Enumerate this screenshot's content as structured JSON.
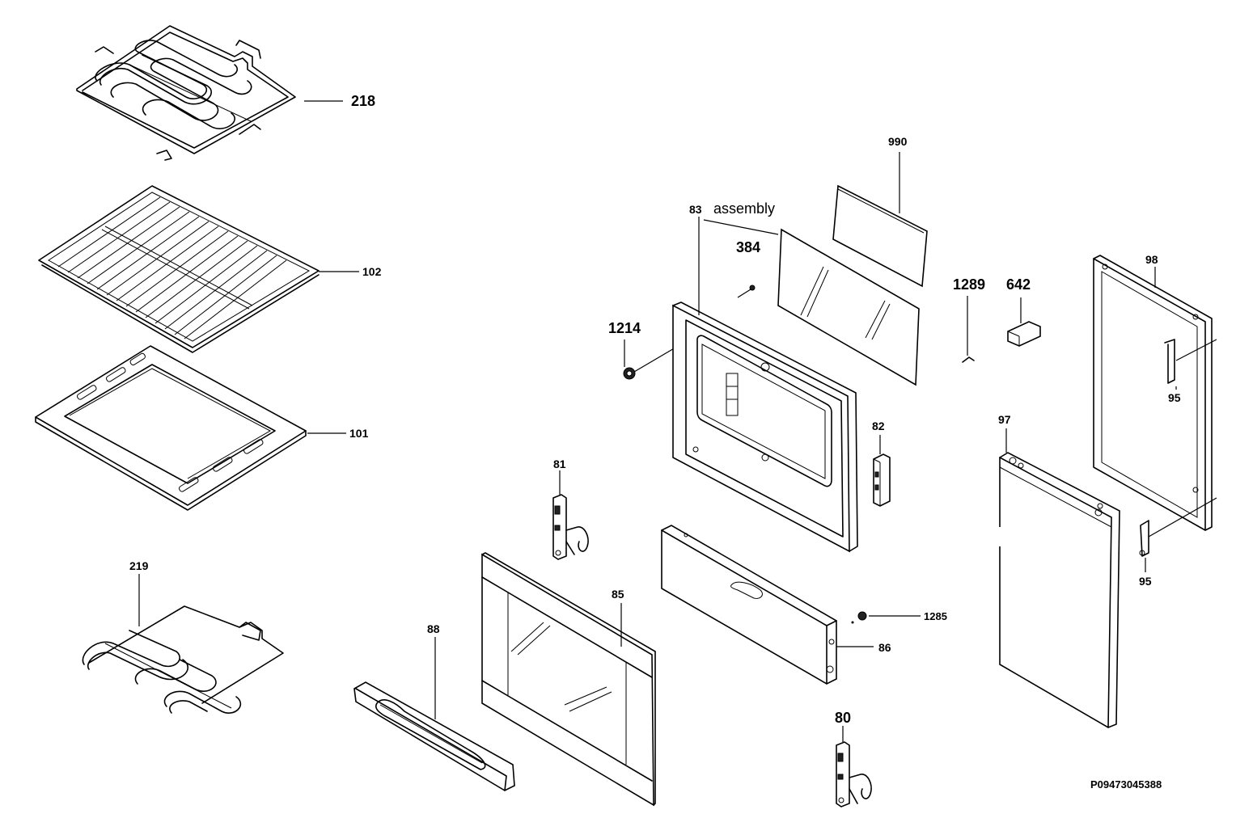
{
  "diagram": {
    "drawing_number": "P09473045388",
    "parts": {
      "p218": "218",
      "p102": "102",
      "p101": "101",
      "p219": "219",
      "p990": "990",
      "p83": "83",
      "p83_note": "assembly",
      "p384": "384",
      "p1214": "1214",
      "p1289": "1289",
      "p642": "642",
      "p98": "98",
      "p95a": "95",
      "p95b": "95",
      "p97": "97",
      "p82": "82",
      "p81": "81",
      "p85": "85",
      "p88": "88",
      "p86": "86",
      "p1285": "1285",
      "p80": "80"
    }
  }
}
